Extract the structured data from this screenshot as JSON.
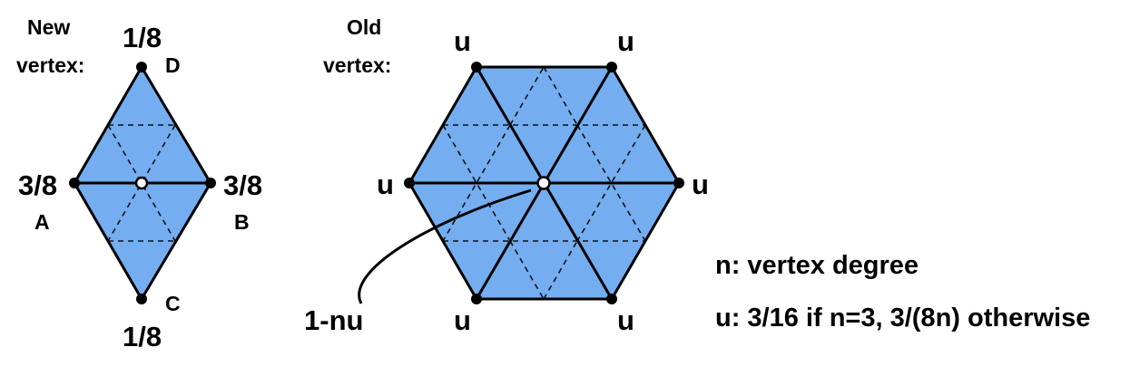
{
  "new_vertex": {
    "title_line1": "New",
    "title_line2": "vertex:",
    "weight_top": "1/8",
    "weight_bottom": "1/8",
    "weight_left": "3/8",
    "weight_right": "3/8",
    "label_a": "A",
    "label_b": "B",
    "label_c": "C",
    "label_d": "D"
  },
  "old_vertex": {
    "title_line1": "Old",
    "title_line2": "vertex:",
    "neighbor_weight": "u",
    "center_weight": "1-nu"
  },
  "legend": {
    "n_def": "n: vertex degree",
    "u_def": "u: 3/16 if n=3, 3/(8n) otherwise"
  },
  "colors": {
    "face_fill": "#74aef0",
    "edge": "#000000"
  }
}
